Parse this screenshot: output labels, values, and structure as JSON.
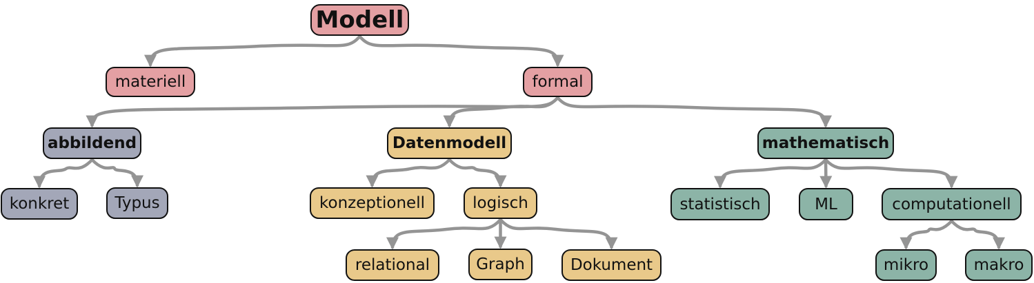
{
  "diagram": {
    "colors": {
      "pink": "#e4a0a3",
      "gray": "#a3a7b8",
      "yellow": "#e9c98a",
      "teal": "#8cb4a7",
      "edge": "#949494",
      "border": "#111111"
    },
    "nodes": {
      "modell": "Modell",
      "materiell": "materiell",
      "formal": "formal",
      "abbildend": "abbildend",
      "datenmodell": "Datenmodell",
      "mathematisch": "mathematisch",
      "konkret": "konkret",
      "typus": "Typus",
      "konzeptionell": "konzeptionell",
      "logisch": "logisch",
      "relational": "relational",
      "graph": "Graph",
      "dokument": "Dokument",
      "statistisch": "statistisch",
      "ml": "ML",
      "computationell": "computationell",
      "mikro": "mikro",
      "makro": "makro"
    },
    "edges": [
      [
        "modell",
        "materiell"
      ],
      [
        "modell",
        "formal"
      ],
      [
        "formal",
        "abbildend"
      ],
      [
        "formal",
        "datenmodell"
      ],
      [
        "formal",
        "mathematisch"
      ],
      [
        "abbildend",
        "konkret"
      ],
      [
        "abbildend",
        "typus"
      ],
      [
        "datenmodell",
        "konzeptionell"
      ],
      [
        "datenmodell",
        "logisch"
      ],
      [
        "logisch",
        "relational"
      ],
      [
        "logisch",
        "graph"
      ],
      [
        "logisch",
        "dokument"
      ],
      [
        "mathematisch",
        "statistisch"
      ],
      [
        "mathematisch",
        "ml"
      ],
      [
        "mathematisch",
        "computationell"
      ],
      [
        "computationell",
        "mikro"
      ],
      [
        "computationell",
        "makro"
      ]
    ]
  }
}
